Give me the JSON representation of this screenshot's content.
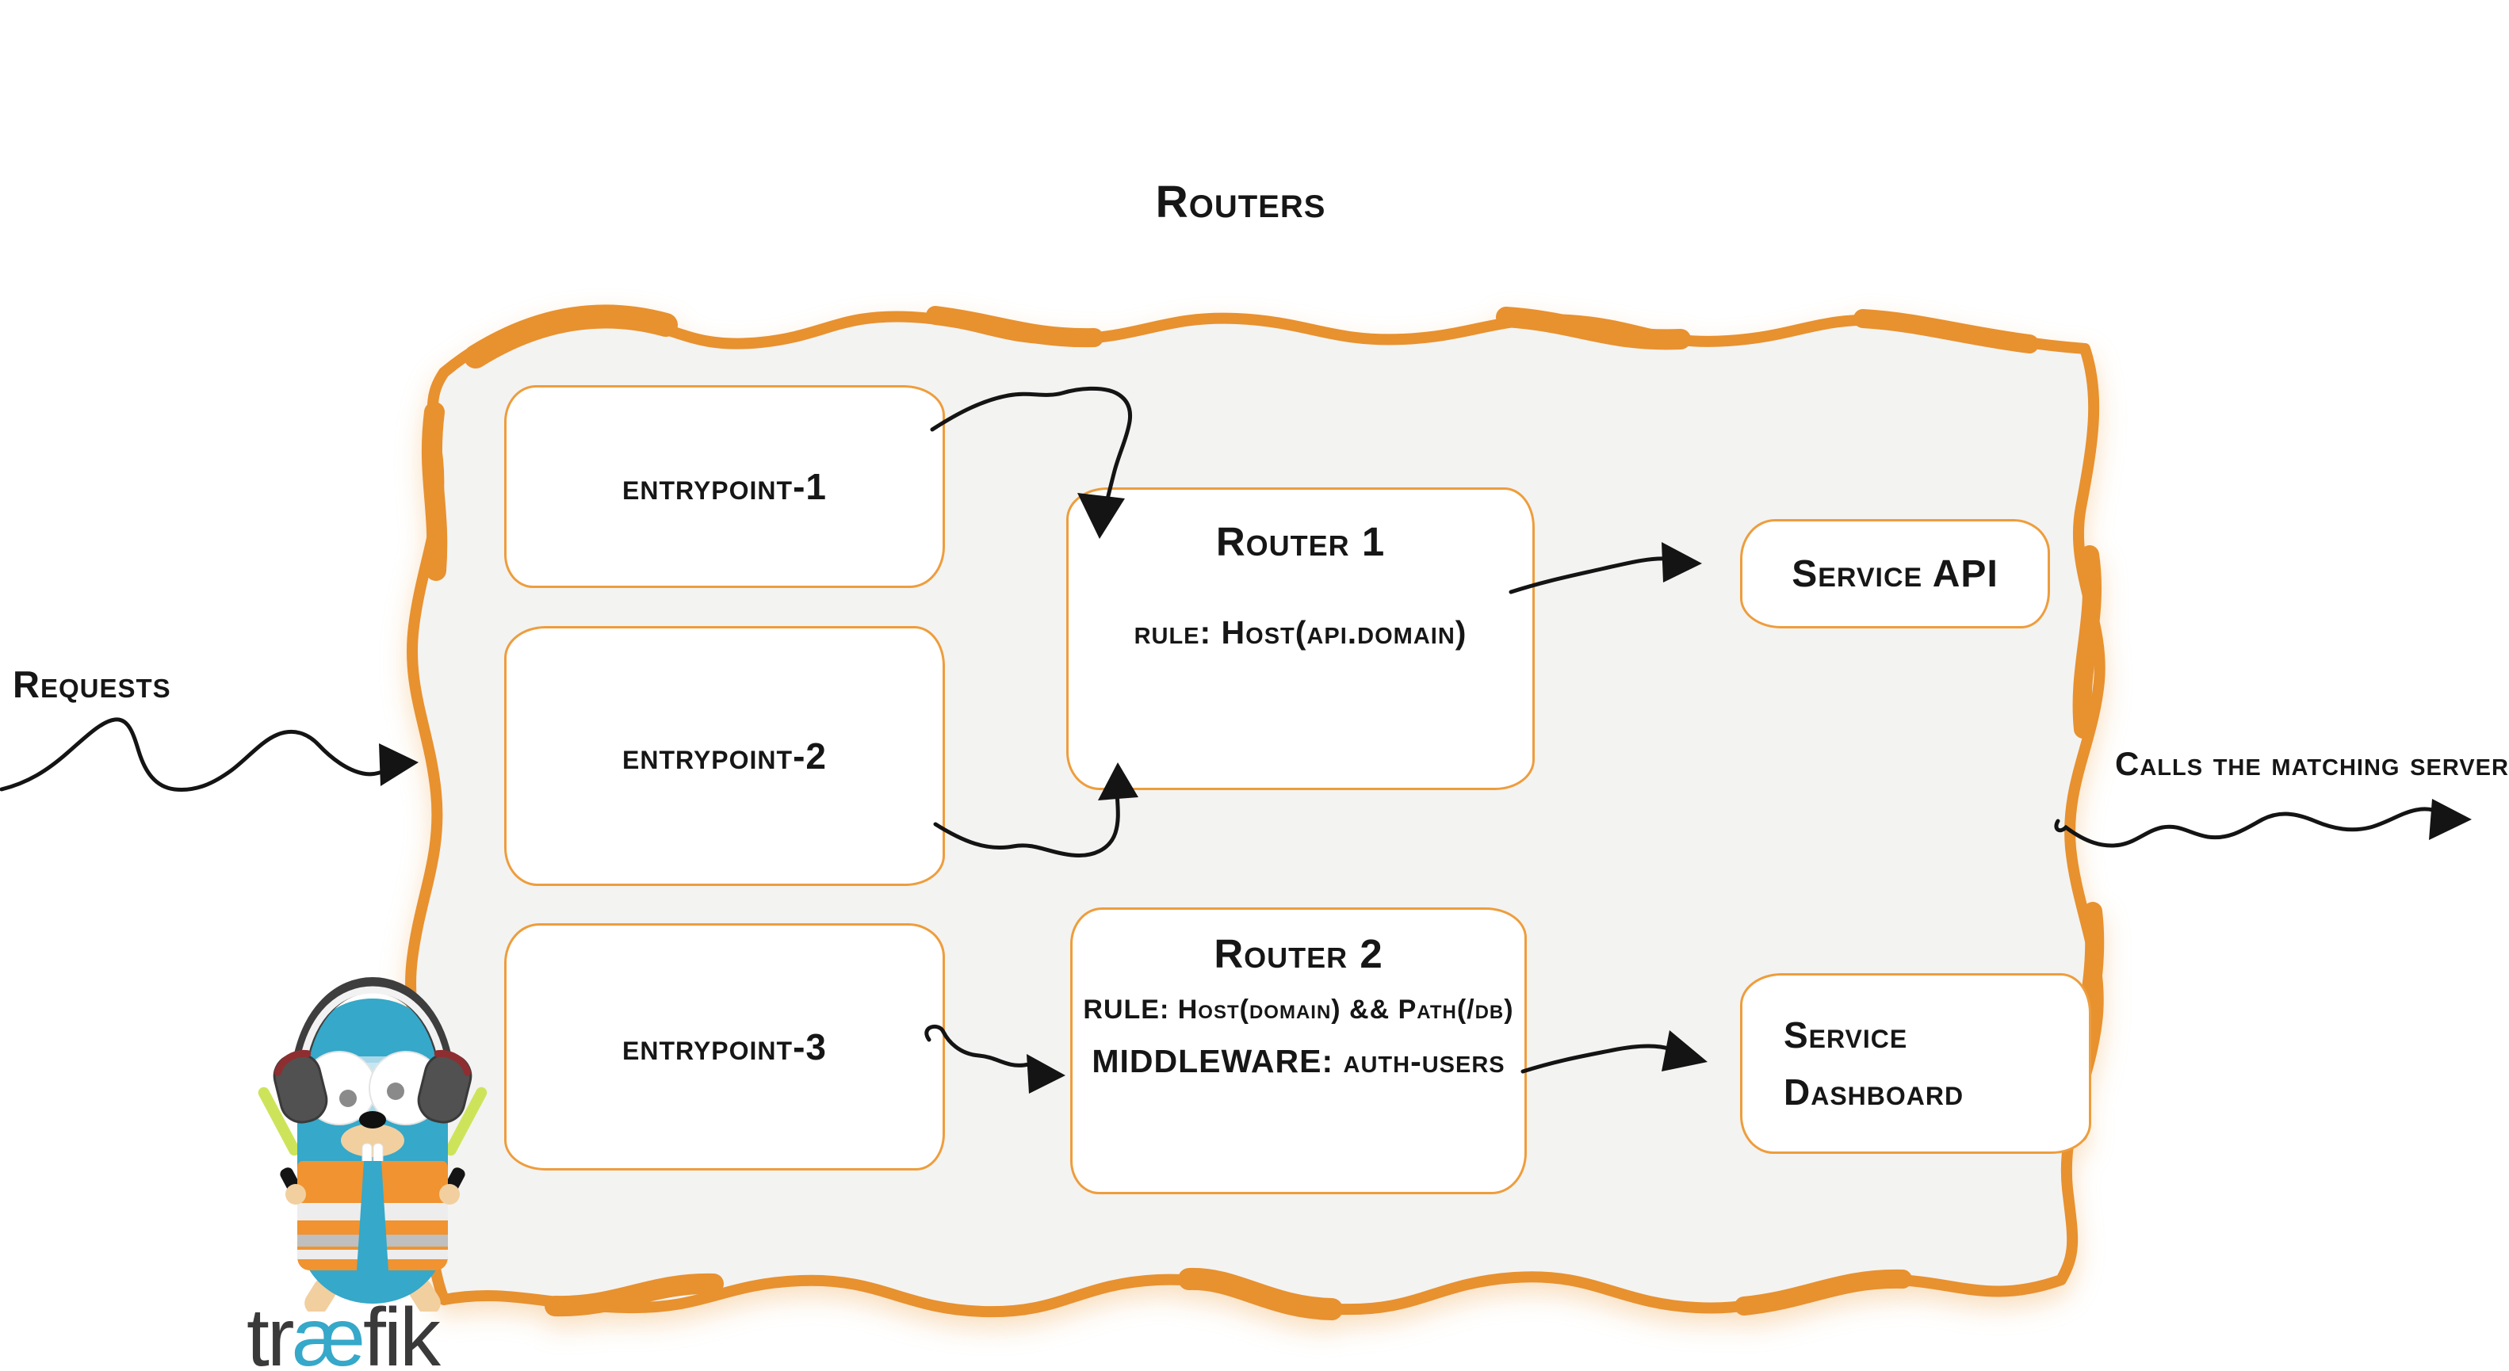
{
  "title": "Routers",
  "annotations": {
    "requests": "Requests",
    "calls": "Calls the matching server"
  },
  "entrypoints": [
    {
      "label": "entrypoint-1"
    },
    {
      "label": "entrypoint-2"
    },
    {
      "label": "entrypoint-3"
    }
  ],
  "routers": [
    {
      "name": "Router 1",
      "rule": "rule: Host(api.domain)",
      "middleware": ""
    },
    {
      "name": "Router 2",
      "rule": "RULE: Host(domain) && Path(/db)",
      "middleware": "MIDDLEWARE: auth-users"
    }
  ],
  "services": [
    {
      "label": "Service API"
    },
    {
      "label": "Service Dashboard",
      "line1": "Service",
      "line2": "Dashboard"
    }
  ],
  "logo": {
    "part1": "tr",
    "part2": "æ",
    "part3": "fik"
  },
  "colors": {
    "brush_orange": "#E8912F",
    "box_border_orange": "#EE9D3C",
    "container_fill": "#F3F3F2",
    "text_black": "#161616",
    "arrow_black": "#141414",
    "gopher_blue": "#36A8C9",
    "vest_orange": "#F09330",
    "baton_green": "#CDE45A",
    "wordmark_gray": "#3A3A3A"
  }
}
